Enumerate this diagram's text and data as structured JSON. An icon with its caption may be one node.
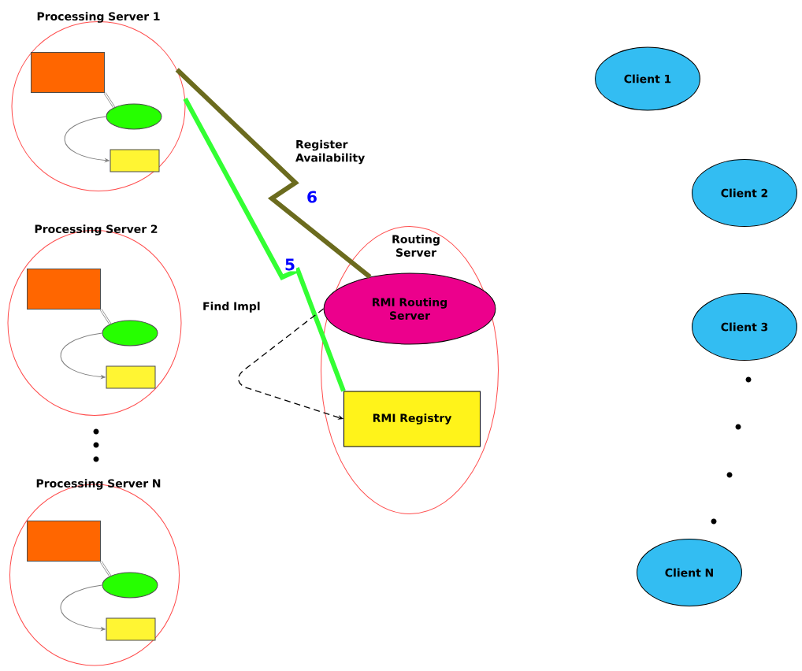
{
  "diagram": {
    "nodes": [
      {
        "text": [
          "Processing Server 1"
        ]
      },
      {
        "text": [],
        "shape": "box",
        "in": 0
      },
      {
        "text": [],
        "shape": "ellipse",
        "in": 0
      },
      {
        "text": [],
        "shape": "box",
        "in": 0
      },
      {
        "text": [
          "Processing Server 2"
        ]
      },
      {
        "text": [],
        "shape": "box",
        "in": 4
      },
      {
        "text": [],
        "shape": "ellipse",
        "in": 4
      },
      {
        "text": [],
        "shape": "box",
        "in": 4
      },
      {
        "text": [
          "Processing Server N"
        ]
      },
      {
        "text": [],
        "shape": "box",
        "in": 8
      },
      {
        "text": [],
        "shape": "ellipse",
        "in": 8
      },
      {
        "text": [],
        "shape": "box",
        "in": 8
      },
      {
        "text": [
          "Routing Server"
        ]
      },
      {
        "text": [
          "RMI Routing Server"
        ],
        "in": 12
      },
      {
        "text": [
          "RMI Registry"
        ],
        "in": 12
      },
      {
        "text": [
          "Client 1"
        ]
      },
      {
        "text": [
          "Client 2"
        ]
      },
      {
        "text": [
          "Client 3"
        ]
      },
      {
        "text": [
          "Client N"
        ]
      }
    ],
    "edges": [
      {
        "from": 1,
        "to": 2,
        "arrow": "none"
      },
      {
        "from": 2,
        "to": 3,
        "arrow": "to"
      },
      {
        "from": 5,
        "to": 6,
        "arrow": "none"
      },
      {
        "from": 6,
        "to": 7,
        "arrow": "to"
      },
      {
        "from": 9,
        "to": 10,
        "arrow": "none"
      },
      {
        "from": 10,
        "to": 11,
        "arrow": "to"
      },
      {
        "from": 0,
        "to": 13,
        "arrow": "none",
        "label": "6",
        "style": "thick",
        "color": "#6b6b1e"
      },
      {
        "from": 0,
        "to": 14,
        "arrow": "none",
        "label": "5",
        "style": "thick",
        "color": "#33ff33"
      },
      {
        "from": 13,
        "to": 14,
        "arrow": "to",
        "style": "dashed",
        "color": "#000000"
      }
    ],
    "labels": [
      "Register Availability",
      "Find Impl"
    ]
  }
}
